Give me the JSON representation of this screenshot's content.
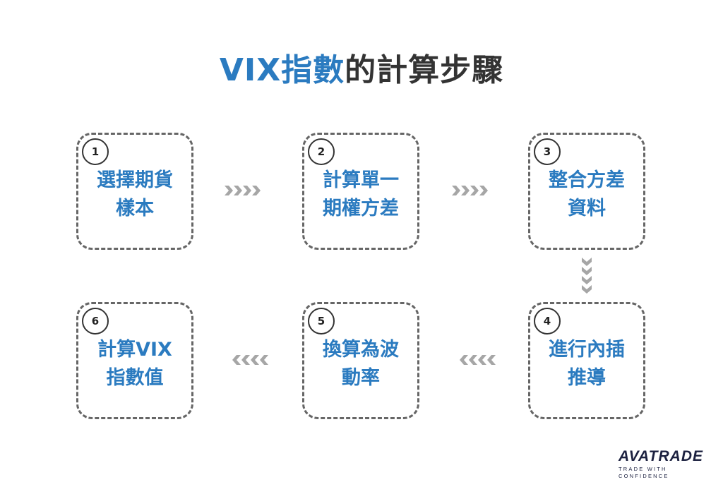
{
  "title": {
    "highlight": "VIX指數",
    "rest": "的計算步驟"
  },
  "steps": [
    {
      "number": "1",
      "label": "選擇期貨\n樣本"
    },
    {
      "number": "2",
      "label": "計算單一\n期權方差"
    },
    {
      "number": "3",
      "label": "整合方差\n資料"
    },
    {
      "number": "4",
      "label": "進行內插\n推導"
    },
    {
      "number": "5",
      "label": "換算為波\n動率"
    },
    {
      "number": "6",
      "label": "計算VIX\n指數值"
    }
  ],
  "logo": {
    "name": "AVATRADE",
    "tagline": "TRADE WITH CONFIDENCE"
  },
  "colors": {
    "accent": "#2b7bc0",
    "title_dark": "#333333",
    "border": "#666666",
    "arrow": "#a6a6a6"
  }
}
